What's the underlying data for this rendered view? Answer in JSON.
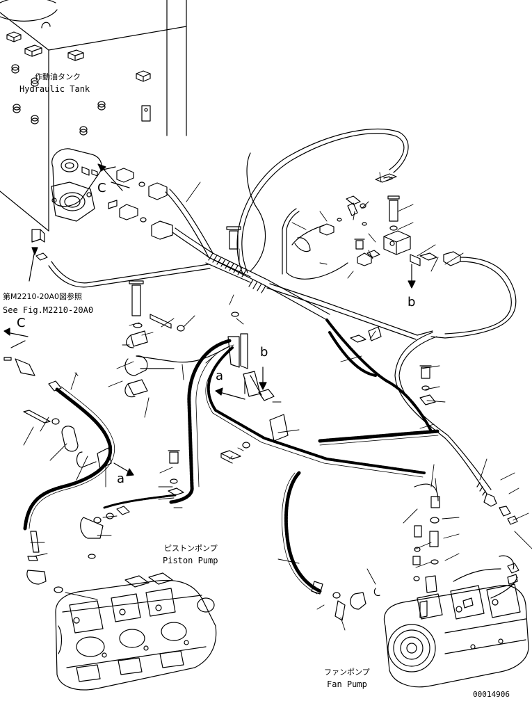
{
  "labels": {
    "tank_jp": "作動油タンク",
    "tank_en": "Hydraulic Tank",
    "ref_jp": "第M2210-20A0図参照",
    "ref_en": "See Fig.M2210-20A0",
    "piston_jp": "ピストンポンプ",
    "piston_en": "Piston Pump",
    "fan_jp": "ファンポンプ",
    "fan_en": "Fan Pump",
    "drawing_no": "00014906"
  },
  "view_letters": {
    "c_tank": "C",
    "c_left": "C",
    "a_mid": "a",
    "a_low": "a",
    "b_mid": "b",
    "b_right": "b"
  }
}
